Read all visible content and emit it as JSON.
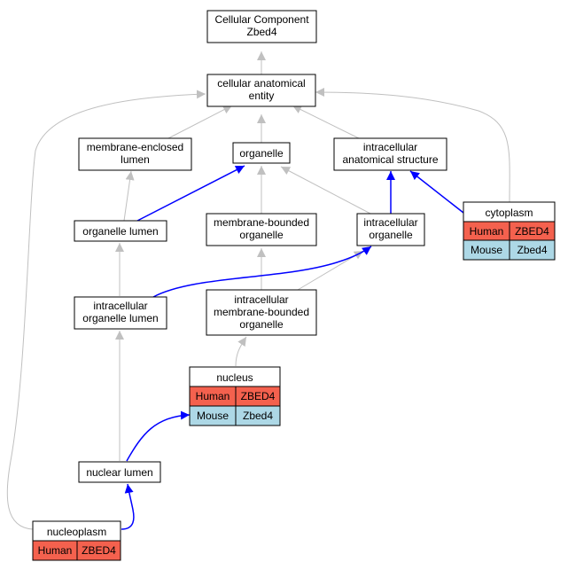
{
  "colors": {
    "edge_gray": "#c0c0c0",
    "edge_blue": "#0000ff",
    "node_border": "#000000",
    "human_fill": "#f4614e",
    "mouse_fill": "#add8e6",
    "node_fill": "#ffffff"
  },
  "nodes": {
    "root": {
      "lines": [
        "Cellular Component",
        "Zbed4"
      ]
    },
    "cae": {
      "lines": [
        "cellular anatomical",
        "entity"
      ]
    },
    "mel": {
      "lines": [
        "membrane-enclosed",
        "lumen"
      ]
    },
    "organelle": {
      "lines": [
        "organelle"
      ]
    },
    "ias": {
      "lines": [
        "intracellular",
        "anatomical structure"
      ]
    },
    "ol": {
      "lines": [
        "organelle lumen"
      ]
    },
    "mbo": {
      "lines": [
        "membrane-bounded",
        "organelle"
      ]
    },
    "io": {
      "lines": [
        "intracellular",
        "organelle"
      ]
    },
    "iol": {
      "lines": [
        "intracellular",
        "organelle lumen"
      ]
    },
    "imbo": {
      "lines": [
        "intracellular",
        "membrane-bounded",
        "organelle"
      ]
    },
    "cytoplasm": {
      "title": "cytoplasm",
      "rows": [
        {
          "species": "Human",
          "gene": "ZBED4"
        },
        {
          "species": "Mouse",
          "gene": "Zbed4"
        }
      ]
    },
    "nucleus": {
      "title": "nucleus",
      "rows": [
        {
          "species": "Human",
          "gene": "ZBED4"
        },
        {
          "species": "Mouse",
          "gene": "Zbed4"
        }
      ]
    },
    "nl": {
      "lines": [
        "nuclear lumen"
      ]
    },
    "nucleoplasm": {
      "title": "nucleoplasm",
      "rows": [
        {
          "species": "Human",
          "gene": "ZBED4"
        }
      ]
    }
  }
}
